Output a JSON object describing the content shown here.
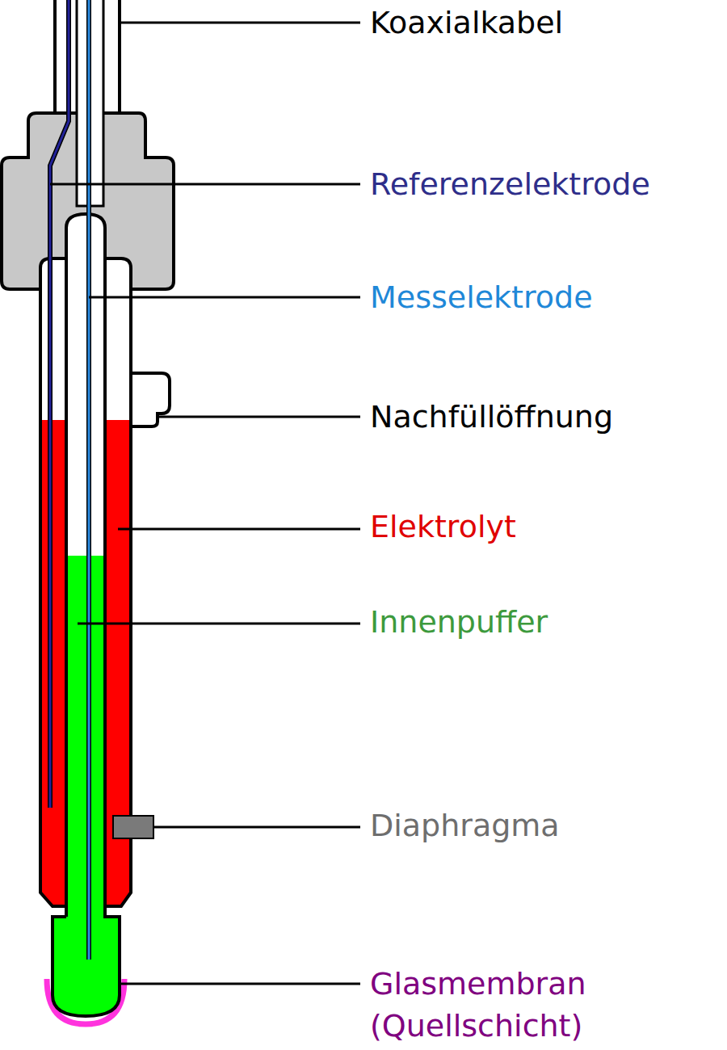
{
  "diagram": {
    "labels": [
      "Koaxialkabel",
      "Referenzelektrode",
      "Messelektrode",
      "Nachfüllöffnung",
      "Elektrolyt",
      "Innenpuffer",
      "Diaphragma",
      "Glasmembran (Quellschicht)"
    ]
  }
}
